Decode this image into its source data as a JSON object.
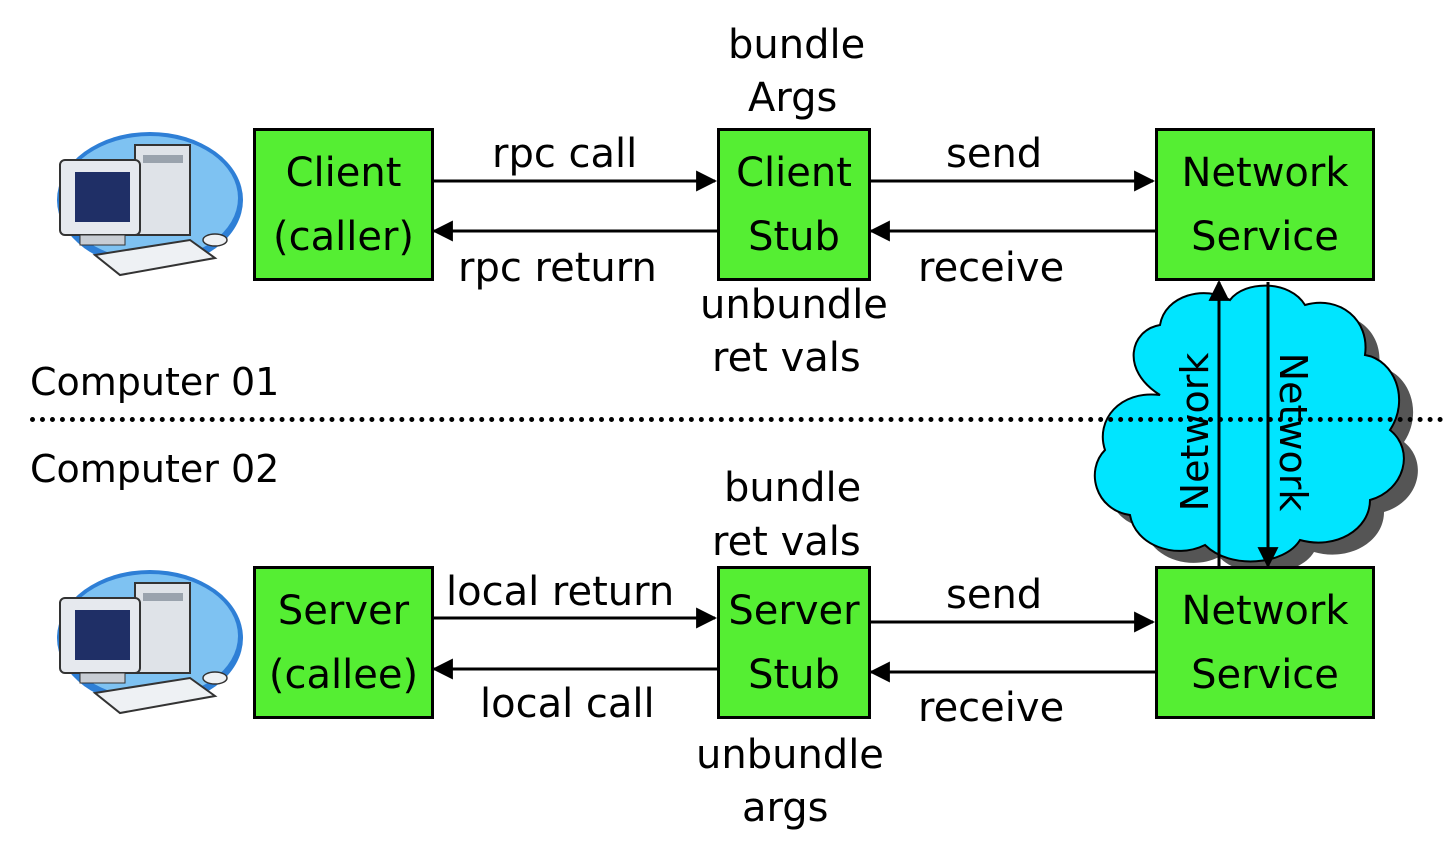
{
  "colors": {
    "box_fill": "#55ee33",
    "cloud_fill": "#00e5ff",
    "line": "#000000",
    "background": "#ffffff"
  },
  "icons": [
    "computer-01-icon",
    "computer-02-icon",
    "network-cloud-icon"
  ],
  "computer01": {
    "label": "Computer 01",
    "client": {
      "line1": "Client",
      "line2": "(caller)"
    },
    "client_stub": {
      "line1": "Client",
      "line2": "Stub"
    },
    "network_service": {
      "line1": "Network",
      "line2": "Service"
    },
    "above_stub": {
      "line1": "bundle",
      "line2": "Args"
    },
    "below_stub": {
      "line1": "unbundle",
      "line2": "ret vals"
    },
    "arrow_call": "rpc call",
    "arrow_return": "rpc return",
    "arrow_send": "send",
    "arrow_receive": "receive"
  },
  "computer02": {
    "label": "Computer 02",
    "server": {
      "line1": "Server",
      "line2": "(callee)"
    },
    "server_stub": {
      "line1": "Server",
      "line2": "Stub"
    },
    "network_service": {
      "line1": "Network",
      "line2": "Service"
    },
    "above_stub": {
      "line1": "bundle",
      "line2": "ret vals"
    },
    "below_stub": {
      "line1": "unbundle",
      "line2": "args"
    },
    "arrow_return": "local return",
    "arrow_call": "local call",
    "arrow_send": "send",
    "arrow_receive": "receive"
  },
  "network": {
    "up_label": "Network",
    "down_label": "Network"
  }
}
